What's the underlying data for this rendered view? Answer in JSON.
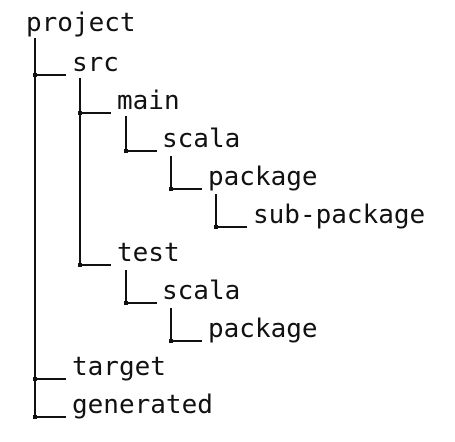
{
  "tree": {
    "nodes": [
      {
        "label": "project"
      },
      {
        "label": "src"
      },
      {
        "label": "main"
      },
      {
        "label": "scala"
      },
      {
        "label": "package"
      },
      {
        "label": "sub-package"
      },
      {
        "label": "test"
      },
      {
        "label": "scala"
      },
      {
        "label": "package"
      },
      {
        "label": "target"
      },
      {
        "label": "generated"
      }
    ]
  }
}
